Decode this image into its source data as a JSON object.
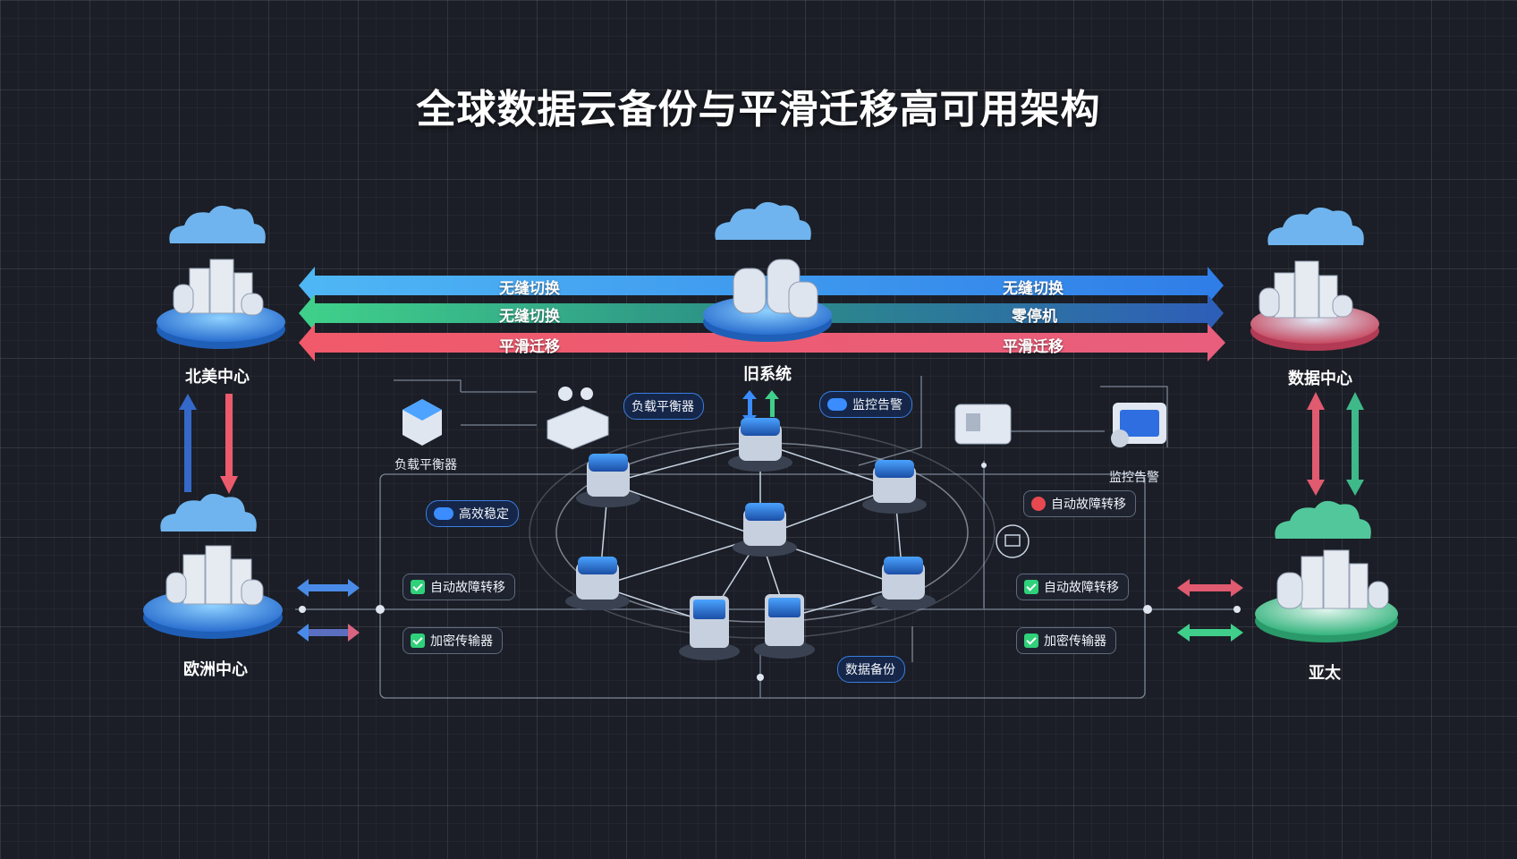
{
  "title": "全球数据云备份与平滑迁移高可用架构",
  "arrows": {
    "top_left": "无缝切换",
    "top_right": "无缝切换",
    "middle_left": "无缝切换",
    "middle_right": "零停机",
    "bottom_left": "平滑迁移",
    "bottom_right": "平滑迁移"
  },
  "centers": {
    "north_america": "北美中心",
    "europe": "欧洲中心",
    "legacy": "旧系统",
    "data_center": "数据中心",
    "asia_pacific": "亚太"
  },
  "labels": {
    "load_balancer": "负载平衡器",
    "monitor_alert": "监控告警"
  },
  "chips": {
    "load_balancer_chip": "负载平衡器",
    "monitor_chip": "监控告警",
    "efficiency_chip": "高效稳定",
    "auto_failover_left": "自动故障转移",
    "encrypted_left": "加密传输器",
    "auto_failover_right": "自动故障转移",
    "encrypted_right": "加密传输器",
    "auto_failover_top_right": "自动故障转移",
    "backup_chip": "数据备份"
  },
  "colors": {
    "blue": "#3b8ff5",
    "cyan": "#49b8f2",
    "green": "#3fcf8a",
    "red": "#ef5d70",
    "background": "#1b1e26"
  }
}
